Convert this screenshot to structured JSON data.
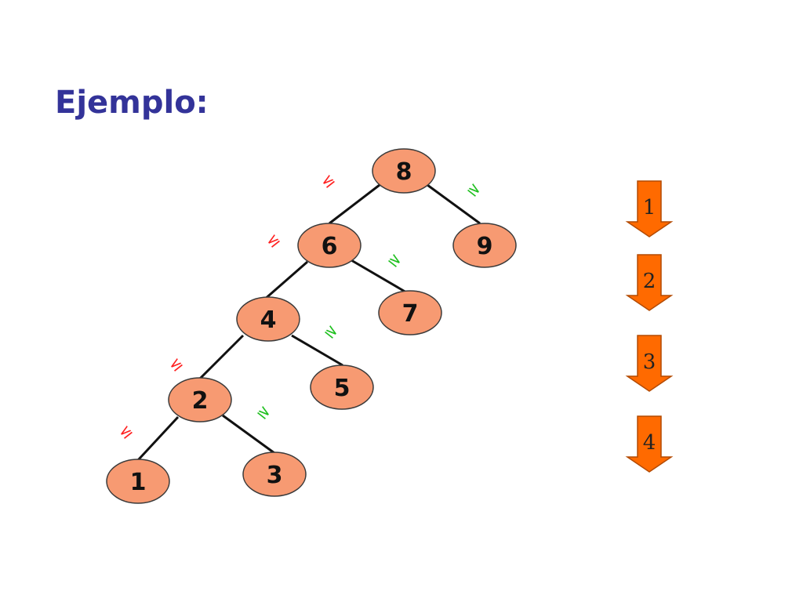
{
  "slide": {
    "title": "Ejemplo:"
  },
  "tree": {
    "nodes": [
      {
        "id": "n8",
        "label": "8"
      },
      {
        "id": "n6",
        "label": "6"
      },
      {
        "id": "n9",
        "label": "9"
      },
      {
        "id": "n4",
        "label": "4"
      },
      {
        "id": "n7",
        "label": "7"
      },
      {
        "id": "n2",
        "label": "2"
      },
      {
        "id": "n5",
        "label": "5"
      },
      {
        "id": "n1",
        "label": "1"
      },
      {
        "id": "n3",
        "label": "3"
      }
    ],
    "edges": [
      {
        "from": "n8",
        "to": "n6",
        "relation": "≤"
      },
      {
        "from": "n8",
        "to": "n9",
        "relation": "≥"
      },
      {
        "from": "n6",
        "to": "n4",
        "relation": "≤"
      },
      {
        "from": "n6",
        "to": "n7",
        "relation": "≥"
      },
      {
        "from": "n4",
        "to": "n2",
        "relation": "≤"
      },
      {
        "from": "n4",
        "to": "n5",
        "relation": "≥"
      },
      {
        "from": "n2",
        "to": "n1",
        "relation": "≤"
      },
      {
        "from": "n2",
        "to": "n3",
        "relation": "≥"
      }
    ],
    "colors": {
      "node_fill": "#f79a72",
      "le_color": "#ff2020",
      "ge_color": "#20c020"
    }
  },
  "steps": [
    {
      "label": "1"
    },
    {
      "label": "2"
    },
    {
      "label": "3"
    },
    {
      "label": "4"
    }
  ],
  "arrow_color": "#ff6a00"
}
